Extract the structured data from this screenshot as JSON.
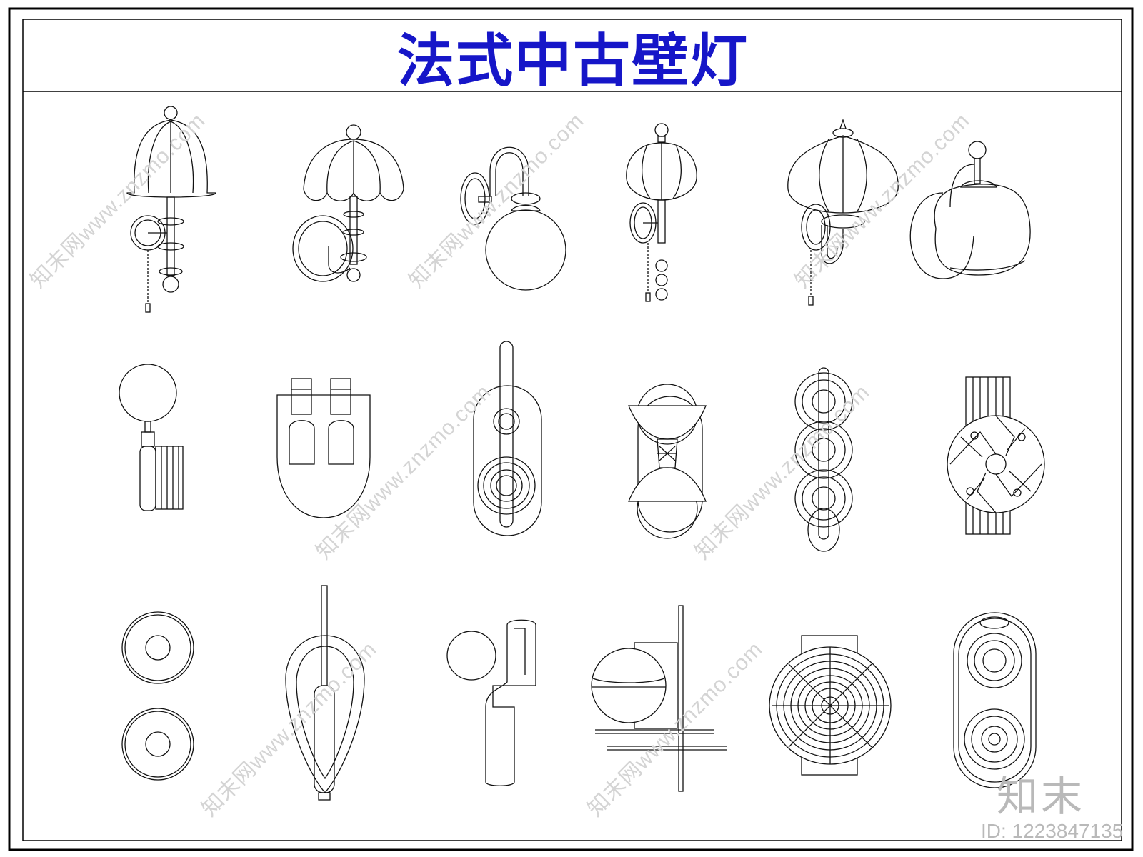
{
  "title": "法式中古壁灯",
  "watermark": {
    "logo": "知末",
    "id_label": "ID: 1223847135",
    "url": "知末网www.znzmo.com"
  },
  "lamps": [
    {
      "id": 1,
      "icon": "bell-shade-wall-lamp-icon"
    },
    {
      "id": 2,
      "icon": "scalloped-umbrella-wall-lamp-icon"
    },
    {
      "id": 3,
      "icon": "gooseneck-globe-wall-lamp-icon"
    },
    {
      "id": 4,
      "icon": "pumpkin-shade-wall-lamp-icon"
    },
    {
      "id": 5,
      "icon": "onion-dome-wall-lamp-icon"
    },
    {
      "id": 6,
      "icon": "oval-shade-wall-lamp-icon"
    },
    {
      "id": 7,
      "icon": "globe-arm-wall-lamp-icon"
    },
    {
      "id": 8,
      "icon": "twin-bottle-wall-lamp-icon"
    },
    {
      "id": 9,
      "icon": "capsule-ring-wall-lamp-icon"
    },
    {
      "id": 10,
      "icon": "double-dome-wall-lamp-icon"
    },
    {
      "id": 11,
      "icon": "ring-chain-wall-lamp-icon"
    },
    {
      "id": 12,
      "icon": "carved-disc-wall-lamp-icon"
    },
    {
      "id": 13,
      "icon": "double-disc-wall-lamp-icon"
    },
    {
      "id": 14,
      "icon": "teardrop-rod-wall-lamp-icon"
    },
    {
      "id": 15,
      "icon": "sculpted-globe-wall-lamp-icon"
    },
    {
      "id": 16,
      "icon": "half-globe-bar-wall-lamp-icon"
    },
    {
      "id": 17,
      "icon": "woven-disc-wall-lamp-icon"
    },
    {
      "id": 18,
      "icon": "twin-ring-oval-wall-lamp-icon"
    }
  ]
}
